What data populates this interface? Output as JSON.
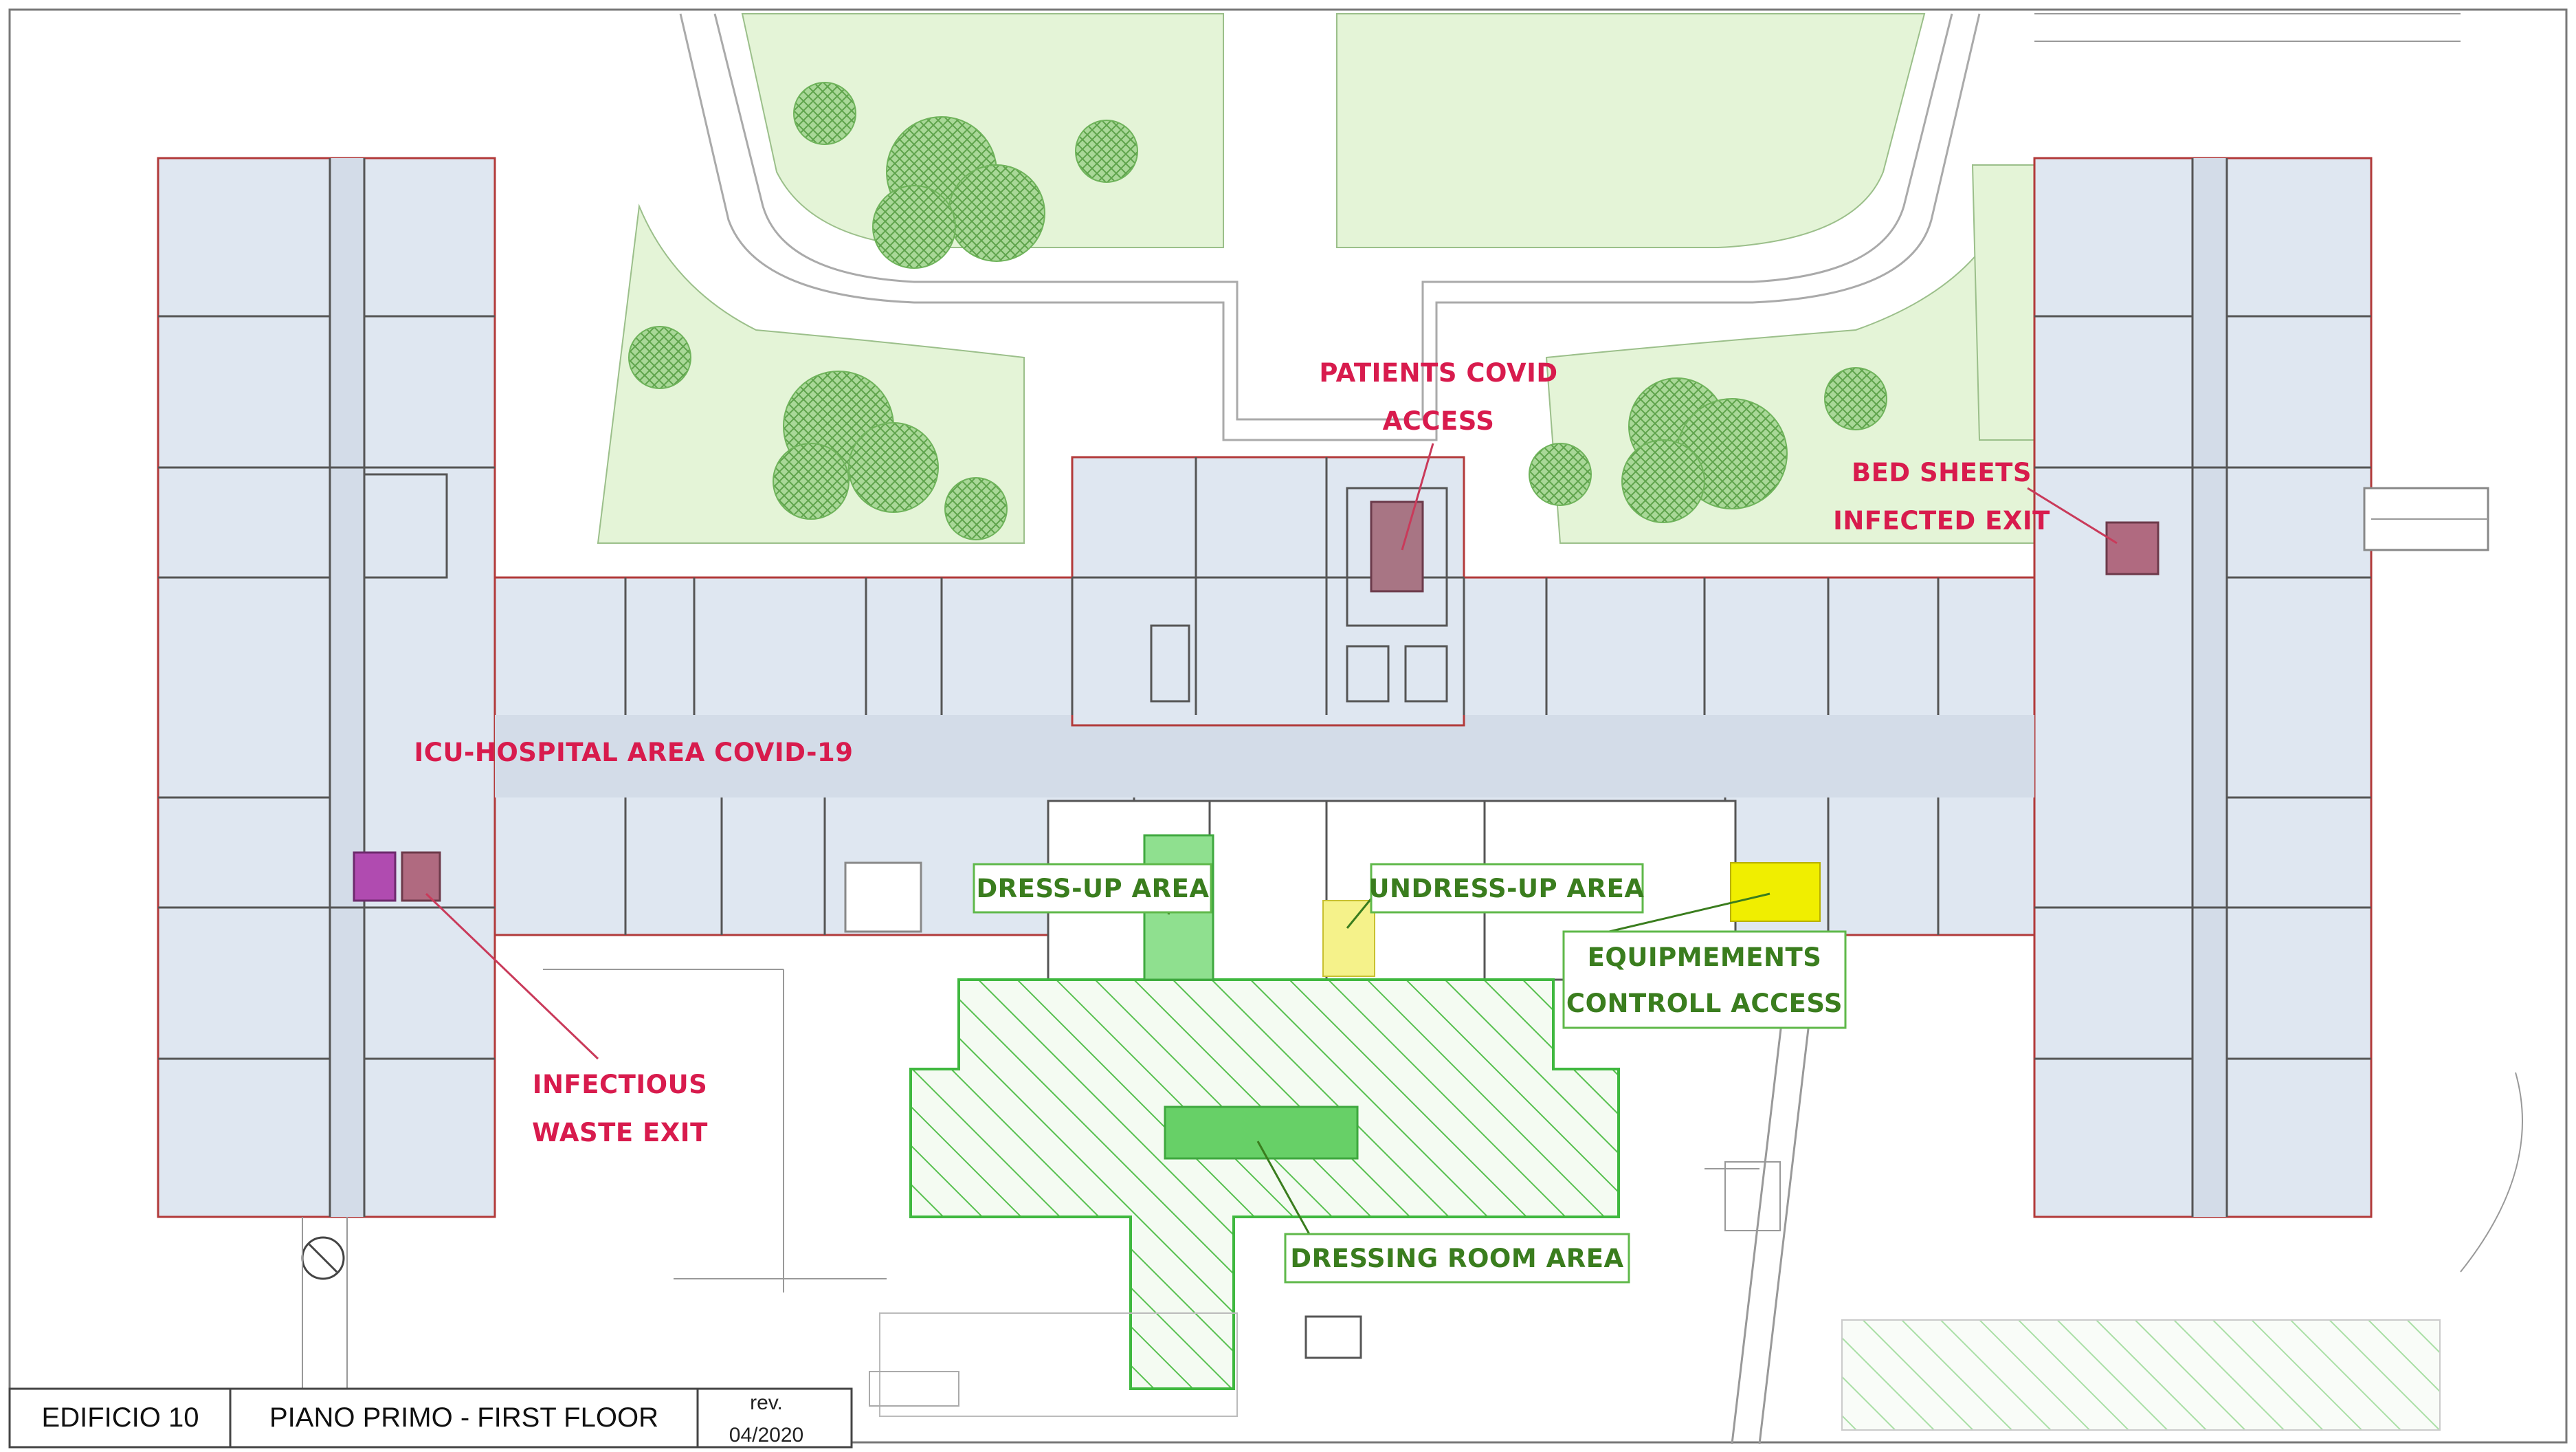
{
  "labels": {
    "patients_covid_access_line1": "PATIENTS COVID",
    "patients_covid_access_line2": "ACCESS",
    "bed_sheets_line1": "BED SHEETS",
    "bed_sheets_line2": "INFECTED EXIT",
    "icu_area": "ICU-HOSPITAL AREA COVID-19",
    "infectious_waste_line1": "INFECTIOUS",
    "infectious_waste_line2": "WASTE EXIT",
    "dress_up_area": "DRESS-UP AREA",
    "undress_up_area": "UNDRESS-UP AREA",
    "equipments_line1": "EQUIPMEMENTS",
    "equipments_line2": "CONTROLL ACCESS",
    "dressing_room_area": "DRESSING ROOM AREA"
  },
  "title_block": {
    "building": "EDIFICIO 10",
    "floor": "PIANO PRIMO - FIRST FLOOR",
    "rev_label": "rev.",
    "rev_date": "04/2020"
  },
  "colors": {
    "red_label": "#d81b4d",
    "green_label": "#3a7d1e",
    "room_fill": "#dfe7f1",
    "dress_up_zone": "#8fe08f",
    "undress_zone": "#f5f28a",
    "equipment_zone": "#f0ee00",
    "waste_room": "#b04bb0",
    "bed_sheets_room": "#b06a80"
  }
}
